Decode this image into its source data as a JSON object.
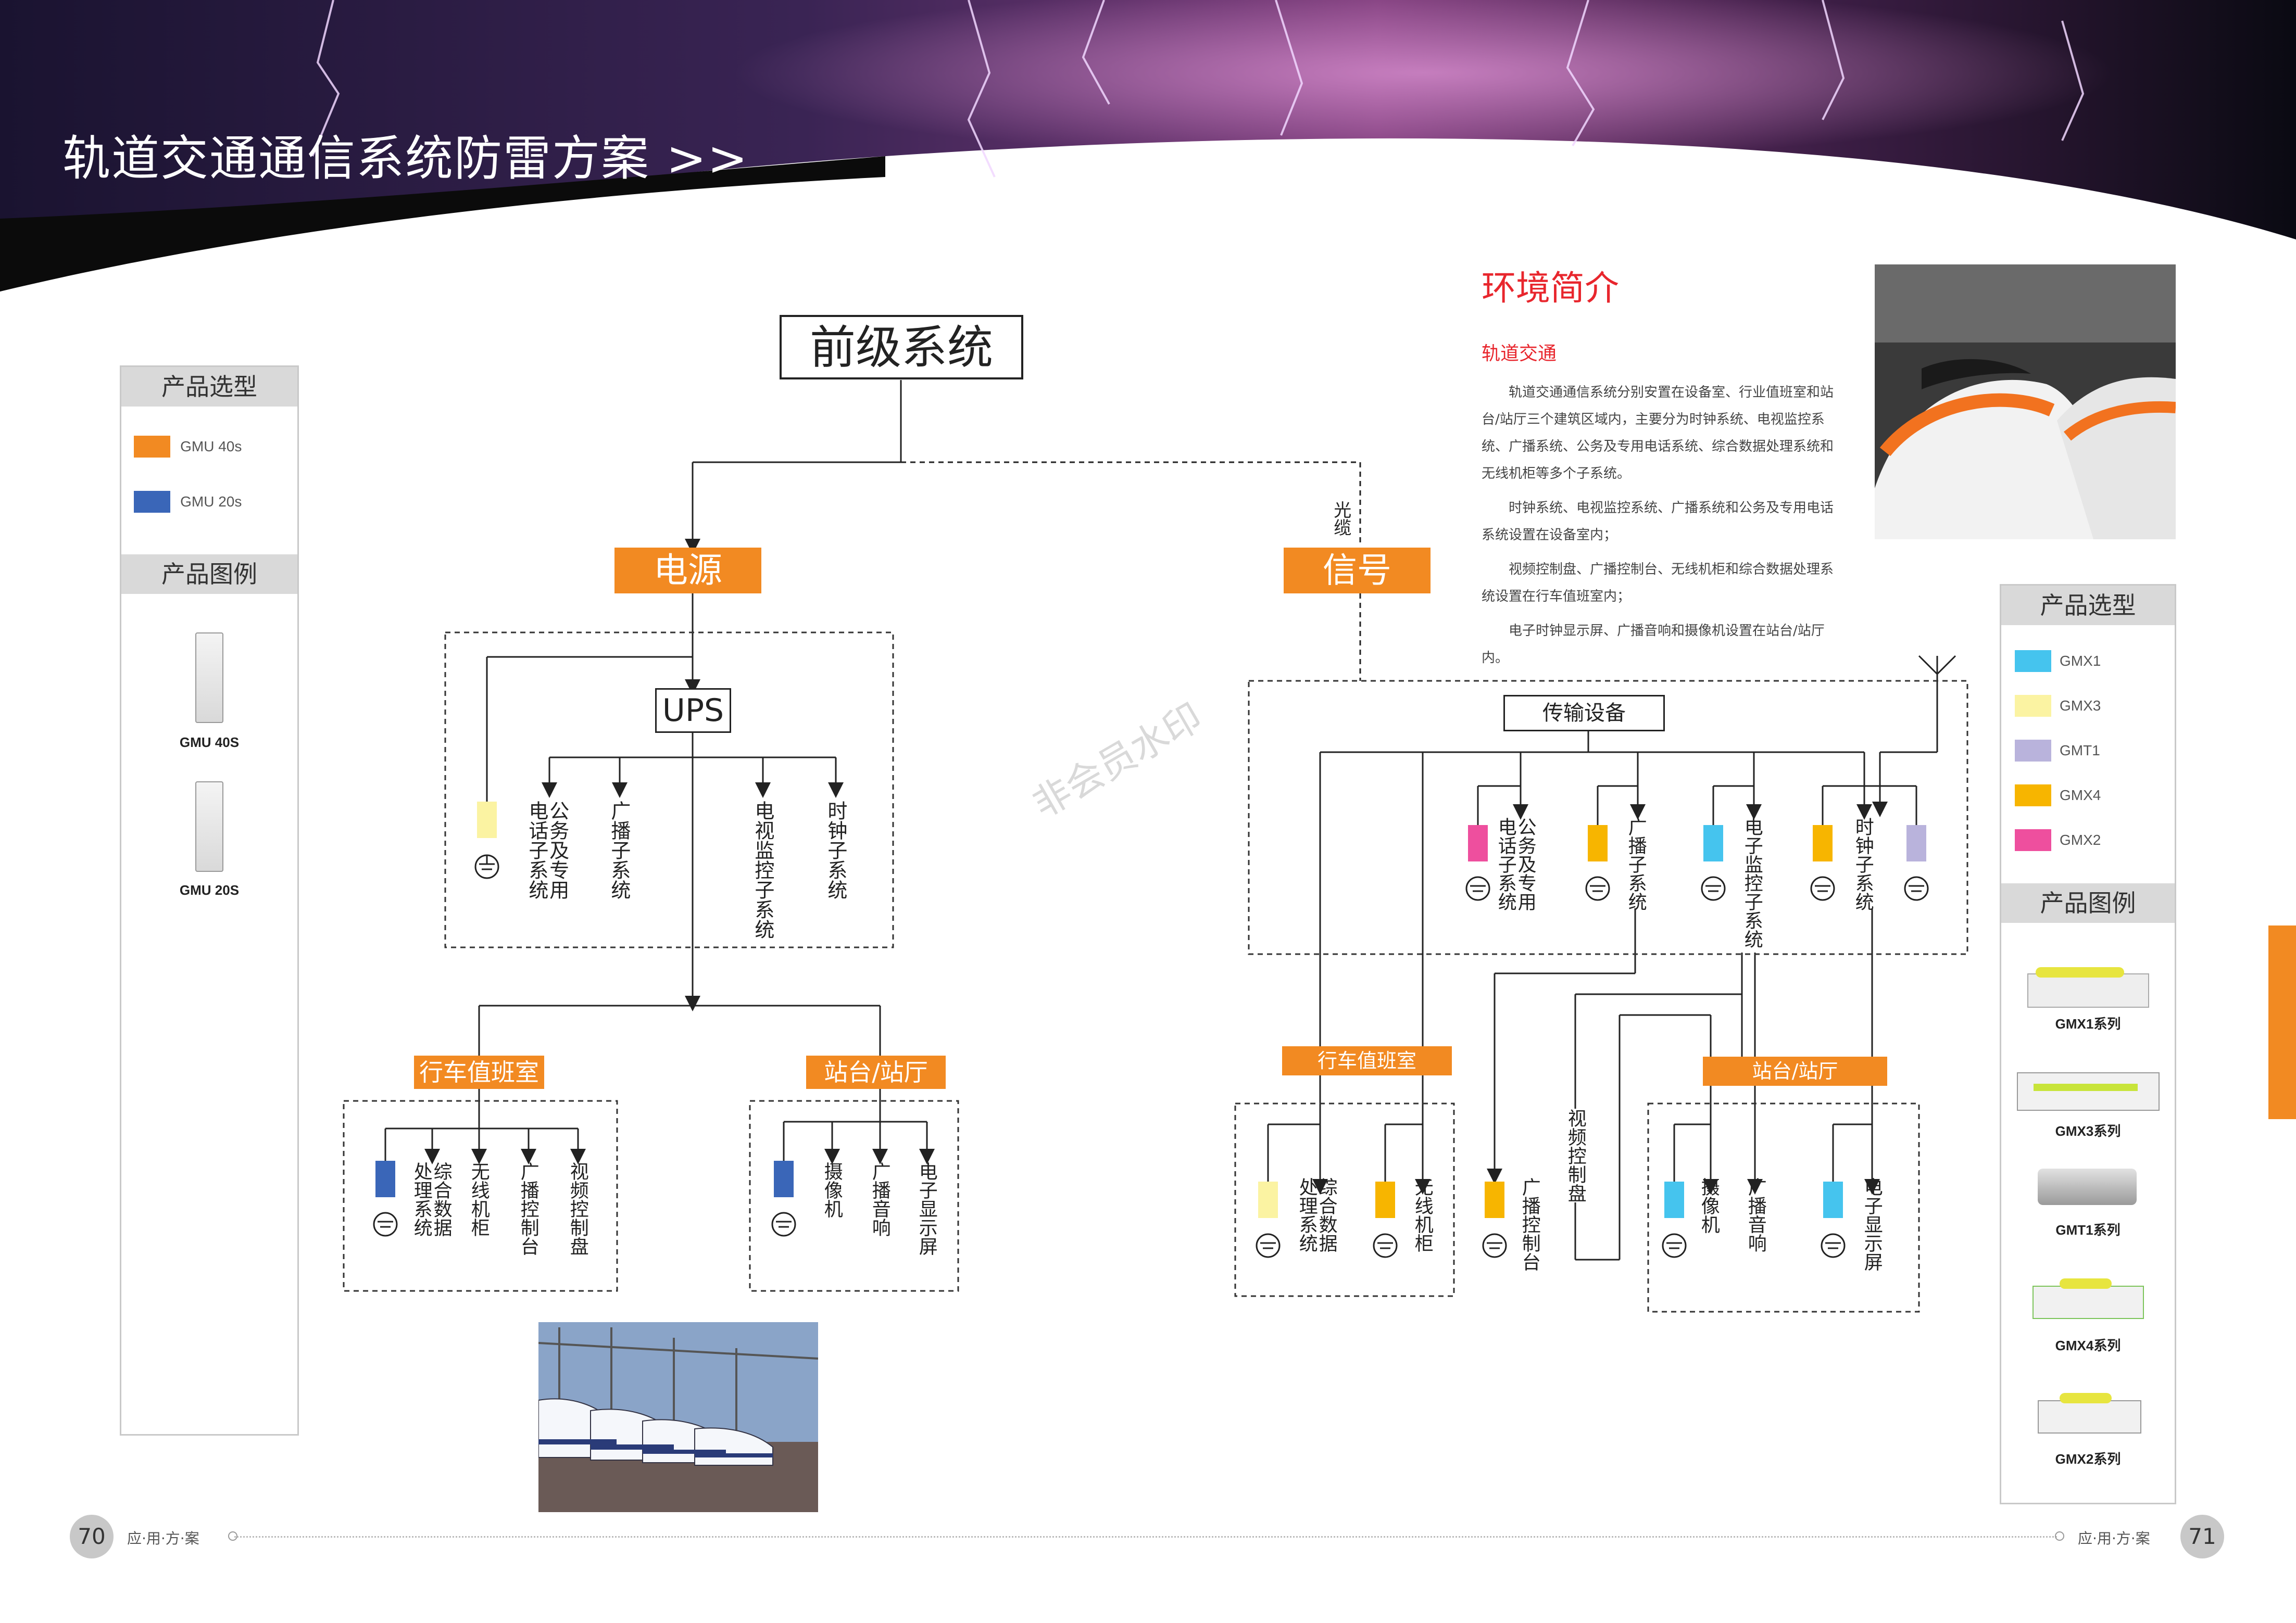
{
  "header": {
    "title": "轨道交通通信系统防雷方案 >>"
  },
  "left_panel": {
    "selection_title": "产品选型",
    "selection_items": [
      {
        "label": "GMU 40s",
        "color": "#f28a22"
      },
      {
        "label": "GMU 20s",
        "color": "#3a66b8"
      }
    ],
    "legend_title": "产品图例",
    "legend_items": [
      "GMU 40S",
      "GMU 20S"
    ]
  },
  "right_panel": {
    "selection_title": "产品选型",
    "selection_items": [
      {
        "label": "GMX1",
        "color": "#45c4ee"
      },
      {
        "label": "GMX3",
        "color": "#fbf3a2"
      },
      {
        "label": "GMT1",
        "color": "#b9b3dc"
      },
      {
        "label": "GMX4",
        "color": "#f7b500"
      },
      {
        "label": "GMX2",
        "color": "#ee4f9e"
      }
    ],
    "legend_title": "产品图例",
    "legend_items": [
      "GMX1系列",
      "GMX3系列",
      "GMT1系列",
      "GMX4系列",
      "GMX2系列"
    ]
  },
  "intro": {
    "title": "环境简介",
    "subtitle": "轨道交通",
    "paragraphs": [
      "轨道交通通信系统分别安置在设备室、行业值班室和站台/站厅三个建筑区域内，主要分为时钟系统、电视监控系统、广播系统、公务及专用电话系统、综合数据处理系统和无线机柜等多个子系统。",
      "时钟系统、电视监控系统、广播系统和公务及专用电话系统设置在设备室内；",
      "视频控制盘、广播控制台、无线机柜和综合数据处理系统设置在行车值班室内；",
      "电子时钟显示屏、广播音响和摄像机设置在站台/站厅内。"
    ]
  },
  "diagram": {
    "top_system": "前级系统",
    "power": "电源",
    "signal": "信号",
    "fiber": "光缆",
    "ups": "UPS",
    "transmission": "传输设备",
    "power_subsystems": [
      "公务及专用电话子系统",
      "广播子系统",
      "电视监控子系统",
      "时钟子系统"
    ],
    "signal_subsystems": [
      "公务及专用电话子系统",
      "广播子系统",
      "电子监控子系统",
      "时钟子系统"
    ],
    "left_duty_room": "行车值班室",
    "left_station": "站台/站厅",
    "left_duty_items": [
      "综合数据处理系统",
      "无线机柜",
      "广播控制台",
      "视频控制盘"
    ],
    "left_station_items": [
      "摄像机",
      "广播音响",
      "电子显示屏"
    ],
    "right_duty_room": "行车值班室",
    "right_station": "站台/站厅",
    "right_duty_items": [
      "综合数据处理系统",
      "无线机柜"
    ],
    "right_middle_items": [
      "广播控制台",
      "视频控制盘"
    ],
    "right_station_items": [
      "摄像机",
      "广播音响",
      "电子显示屏"
    ]
  },
  "watermark": "非会员水印",
  "footer": {
    "left_page": "70",
    "right_page": "71",
    "label": "应·用·方·案"
  }
}
